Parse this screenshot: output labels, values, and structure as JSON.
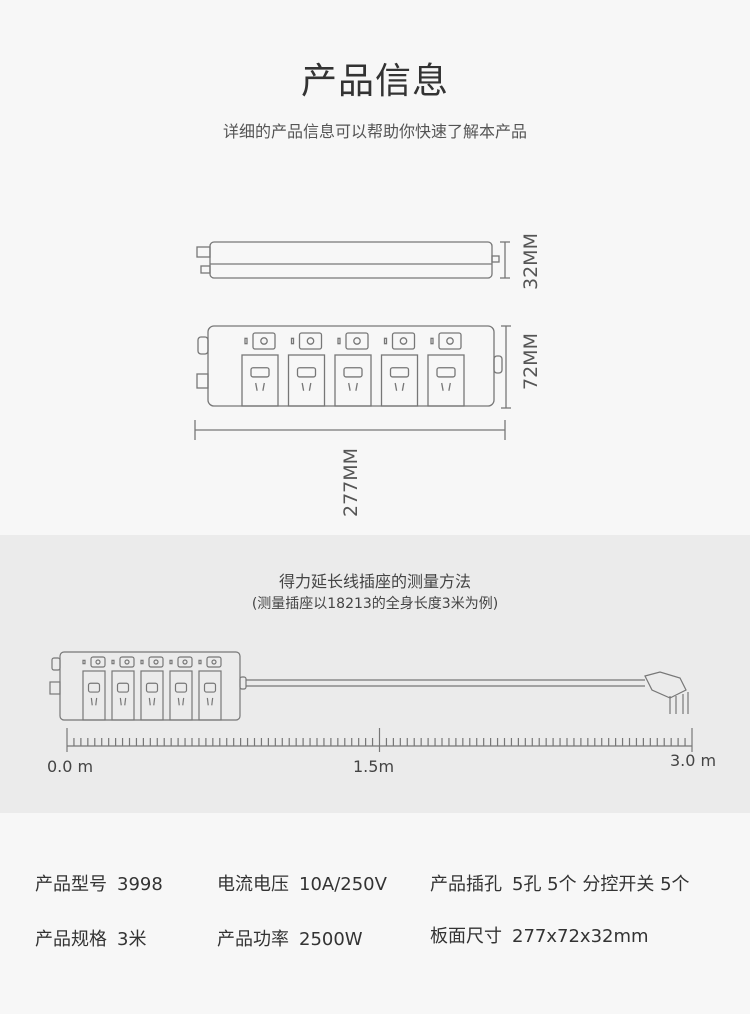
{
  "header": {
    "title": "产品信息",
    "subtitle": "详细的产品信息可以帮助你快速了解本产品"
  },
  "dimensions": {
    "height": "32MM",
    "width": "72MM",
    "length": "277MM",
    "outlets": 5
  },
  "measure": {
    "title": "得力延长线插座的测量方法",
    "subtitle": "(测量插座以18213的全身长度3米为例)",
    "ruler_labels": [
      "0.0 m",
      "1.5m",
      "3.0 m"
    ]
  },
  "specs": [
    {
      "label": "产品型号",
      "value": "3998"
    },
    {
      "label": "电流电压",
      "value": "10A/250V"
    },
    {
      "label": "产品插孔",
      "value": "5孔 5个  分控开关 5个"
    },
    {
      "label": "产品规格",
      "value": "3米"
    },
    {
      "label": "产品功率",
      "value": "2500W"
    },
    {
      "label": "板面尺寸",
      "value": "277x72x32mm"
    }
  ]
}
